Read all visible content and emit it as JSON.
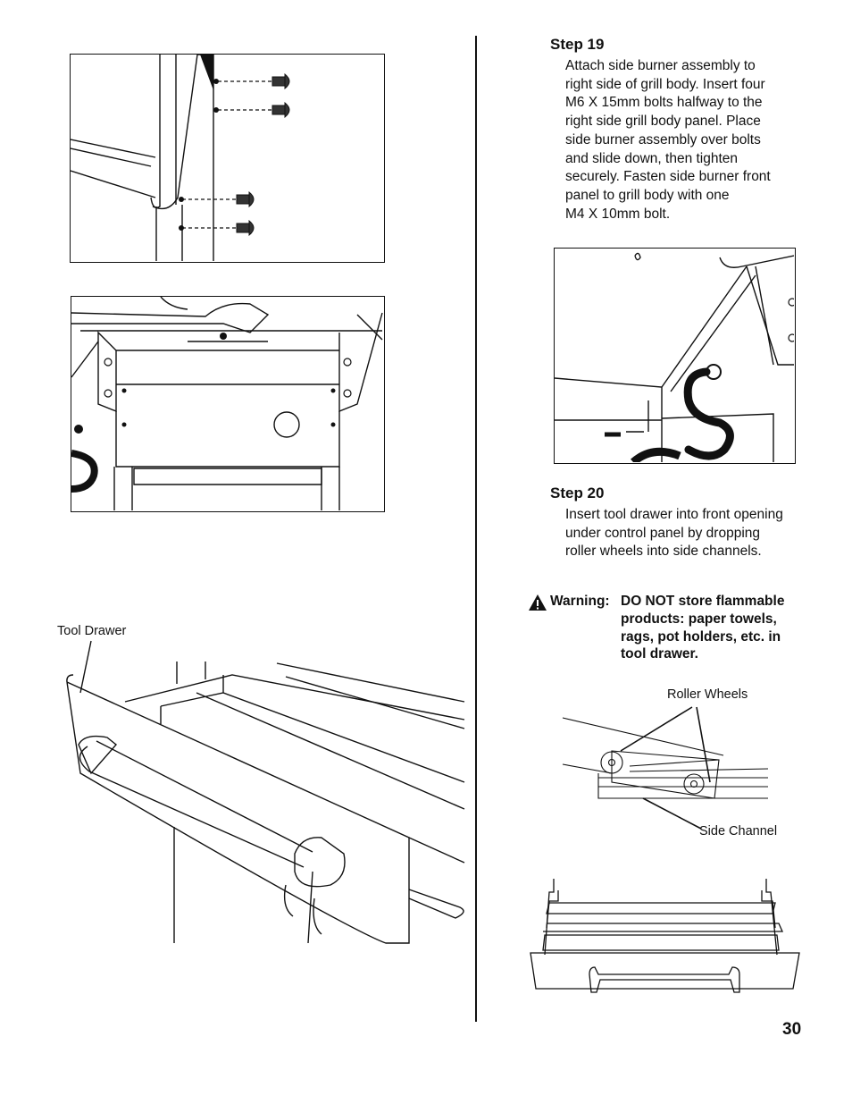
{
  "step19": {
    "title": "Step 19",
    "lines": [
      "Attach side burner assembly to",
      "right side of grill body. Insert four",
      "M6 X 15mm bolts halfway to the",
      "right side grill body panel. Place",
      "side burner assembly over bolts",
      "and slide down, then tighten",
      "securely. Fasten side burner front",
      "panel to grill body with one",
      "M4 X 10mm bolt."
    ]
  },
  "step20": {
    "title": "Step 20",
    "lines": [
      "Insert tool drawer into front opening",
      "under control panel by dropping",
      "roller wheels into side channels."
    ]
  },
  "warning": {
    "label": "Warning:",
    "lines": [
      "DO NOT store flammable",
      "products: paper towels,",
      "rags, pot holders, etc. in",
      "tool drawer."
    ]
  },
  "labels": {
    "tool_drawer": "Tool Drawer",
    "roller_wheels": "Roller Wheels",
    "side_channel": "Side Channel"
  },
  "page_number": "30"
}
